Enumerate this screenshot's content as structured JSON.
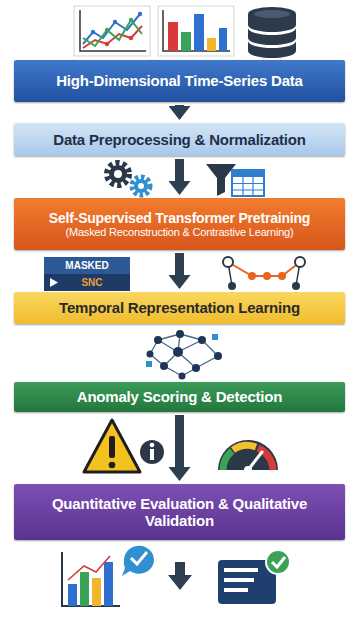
{
  "diagram": {
    "nodes": [
      {
        "text": [
          "High-Dimensional Time-Series Data"
        ]
      },
      {
        "text": [
          "Data Preprocessing & Normalization"
        ]
      },
      {
        "text": [
          "Self-Supervised Transformer Pretraining",
          "(Masked Reconstruction & Contrastive Learning)"
        ]
      },
      {
        "text": [
          "Temporal Representation Learning"
        ]
      },
      {
        "text": [
          "Anomaly Scoring & Detection"
        ]
      },
      {
        "text": [
          "Quantitative Evaluation & Qualitative Validation"
        ]
      }
    ],
    "edges": [
      {
        "from": 0,
        "to": 1,
        "arrow": "to"
      },
      {
        "from": 1,
        "to": 2,
        "arrow": "to"
      },
      {
        "from": 2,
        "to": 3,
        "arrow": "to"
      },
      {
        "from": 4,
        "to": 5,
        "arrow": "to"
      }
    ],
    "labels": [
      "MASKED",
      "SNC"
    ]
  }
}
